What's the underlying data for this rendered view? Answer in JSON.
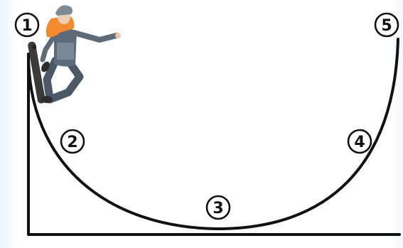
{
  "diagram": {
    "markers": [
      {
        "id": "1",
        "label": "1"
      },
      {
        "id": "2",
        "label": "2"
      },
      {
        "id": "3",
        "label": "3"
      },
      {
        "id": "4",
        "label": "4"
      },
      {
        "id": "5",
        "label": "5"
      }
    ],
    "colors": {
      "line": "#111111",
      "background": "#ffffff",
      "hair": "#f28a2e",
      "beanie": "#7d8b95",
      "clothing": "#4b5866",
      "skateboard": "#3a3a3a"
    },
    "icons": [
      "skateboarder-icon",
      "half-pipe-ramp"
    ]
  }
}
